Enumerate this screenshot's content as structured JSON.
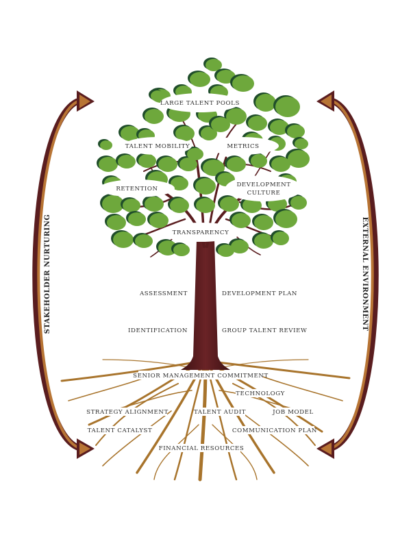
{
  "sides": {
    "left": "STAKEHOLDER NURTURING",
    "right": "EXTERNAL ENVIRONMENT"
  },
  "canopy": {
    "large_talent_pools": "LARGE TALENT POOLS",
    "talent_mobility": "TALENT MOBILITY",
    "metrics": "METRICS",
    "retention": "RETENTION",
    "development_culture_1": "DEVELOPMENT",
    "development_culture_2": "CULTURE",
    "transparency": "TRANSPARENCY"
  },
  "trunk": {
    "assessment": "ASSESSMENT",
    "development_plan": "DEVELOPMENT PLAN",
    "identification": "IDENTIFICATION",
    "group_talent_review": "GROUP TALENT REVIEW"
  },
  "roots": {
    "senior_management_commitment": "SENIOR MANAGEMENT COMMITMENT",
    "technology": "TECHNOLOGY",
    "strategy_alignment": "STRATEGY ALIGNMENT",
    "talent_audit": "TALENT AUDIT",
    "job_model": "JOB MODEL",
    "talent_catalyst": "TALENT CATALYST",
    "communication_plan": "COMMUNICATION PLAN",
    "financial_resources": "FINANCIAL RESOURCES"
  },
  "colors": {
    "leaf_green": "#6ea83c",
    "leaf_dark": "#1f4d2a",
    "trunk": "#5a1d1f",
    "root": "#a8742c",
    "arrow_outer": "#5a1d1f",
    "arrow_inner": "#b87535"
  }
}
